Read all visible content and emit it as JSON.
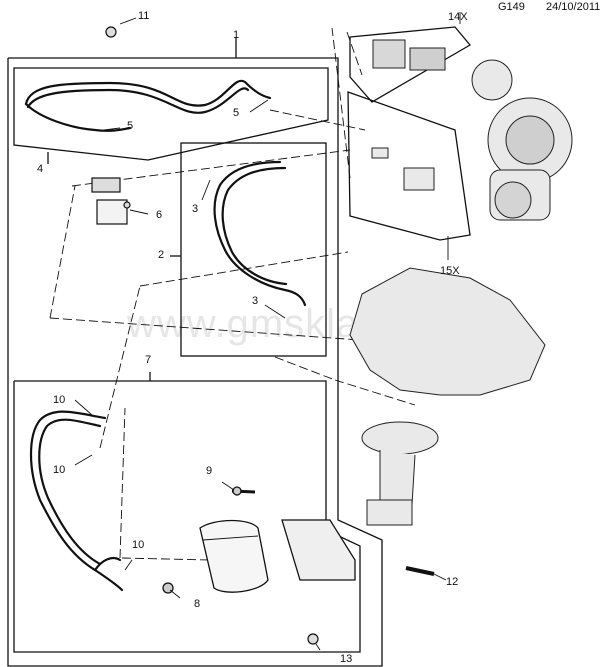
{
  "header": {
    "code": "G149",
    "date": "24/10/2011"
  },
  "watermark": "www.gmsklad.ru",
  "callouts": {
    "c1": "1",
    "c2": "2",
    "c3a": "3",
    "c3b": "3",
    "c4": "4",
    "c5a": "5",
    "c5b": "5",
    "c6": "6",
    "c7": "7",
    "c8": "8",
    "c9": "9",
    "c10a": "10",
    "c10b": "10",
    "c10c": "10",
    "c11": "11",
    "c12": "12",
    "c13": "13",
    "c14": "14X",
    "c15": "15X"
  }
}
